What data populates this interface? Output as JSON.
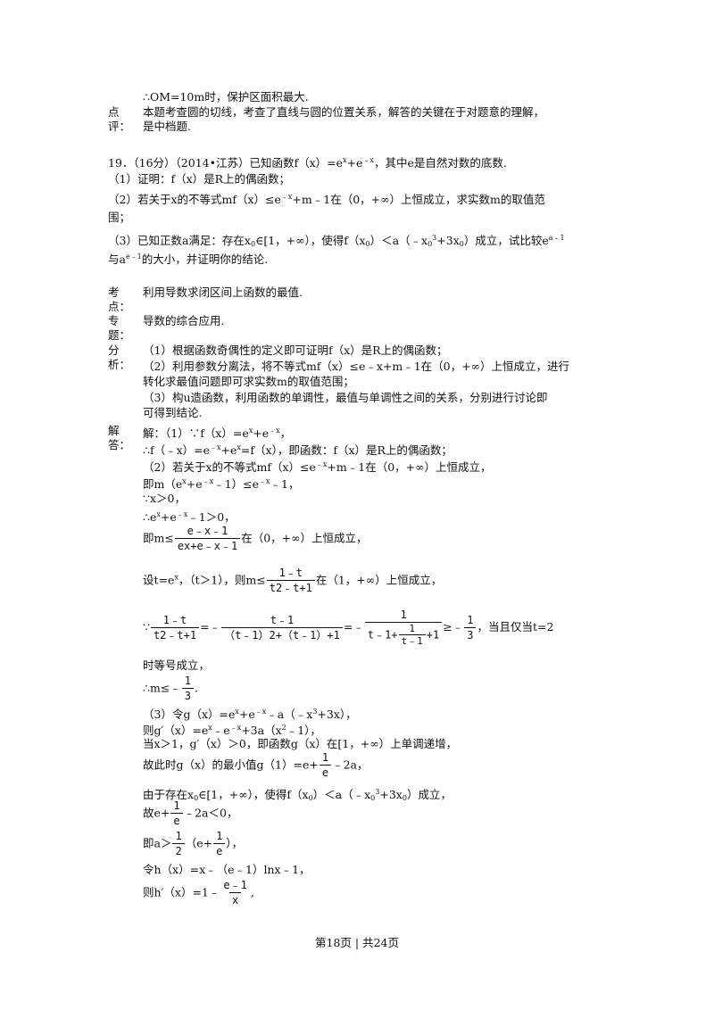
{
  "prev": {
    "end_line": "∴OM=10m时，保护区面积最大.",
    "comment_label": [
      "点",
      "评："
    ],
    "comment_lines": [
      "本题考查圆的切线，考查了直线与圆的位置关系，解答的关键在于对题意的理解，",
      "是中档题."
    ]
  },
  "q19": {
    "header": "19．（16分）（2014•江苏）已知函数f（x）=e",
    "header_mid": "+e",
    "header_end": "，其中e是自然对数的底数.",
    "p1": "（1）证明：f（x）是R上的偶函数；",
    "p2a": "（2）若关于x的不等式mf（x）≤e",
    "p2b": "+m﹣1在（0，+∞）上恒成立，求实数m的取值范",
    "p2c": "围；",
    "p3a": "（3）已知正数a满足：存在x",
    "p3b": "∈[1，+∞），使得f（x",
    "p3c": "）＜a（﹣x",
    "p3d": "+3x",
    "p3e": "）成立，试比较e",
    "p3f": "与a",
    "p3g": "的大小，并证明你的结论."
  },
  "labels": {
    "kaodian": [
      "考",
      "点："
    ],
    "zhuanti": [
      "专",
      "题："
    ],
    "fenxi": [
      "分",
      "析："
    ],
    "jieda": [
      "解",
      "答："
    ]
  },
  "kaodian_text": "利用导数求闭区间上函数的最值.",
  "zhuanti_text": "导数的综合应用.",
  "fenxi_lines": [
    "（1）根据函数奇偶性的定义即可证明f（x）是R上的偶函数；",
    "（2）利用参数分离法，将不等式mf（x）≤e﹣x+m﹣1在（0，+∞）上恒成立，进行",
    "转化求最值问题即可求实数m的取值范围；",
    "（3）构u造函数，利用函数的单调性，最值与单调性之间的关系，分别进行讨论即",
    "可得到结论."
  ],
  "sol": {
    "l1": "解：（1）∵f（x）=e",
    "l2": "∴f（﹣x）=e",
    "l2b": "=f（x），即函数：f（x）是R上的偶函数；",
    "l3": "（2）若关于x的不等式mf（x）≤e",
    "l3b": "+m﹣1在（0，+∞）上恒成立，",
    "l4": "即m（e",
    "l4b": "﹣1）≤e",
    "l4c": "﹣1，",
    "l5": "∵x＞0，",
    "l6": "∴e",
    "l6b": "﹣1＞0，",
    "l7a": "即m≤",
    "l7b": "在（0，+∞）上恒成立，",
    "l8a": "设t=e",
    "l8b": "，（t＞1），则m≤",
    "l8c": "在（1，+∞）上恒成立，",
    "l9a": "∵",
    "l9eq": "=﹣",
    "l9eq2": "=﹣",
    "l9ge": "≥﹣",
    "l9end": "，当且仅当t=2",
    "l10": "时等号成立，",
    "l11a": "∴m≤﹣",
    "l11b": ".",
    "l12": "（3）令g（x）=e",
    "l12b": "﹣a（﹣x",
    "l12c": "+3x），",
    "l13": "则g′（x）=e",
    "l13b": "+3a（x",
    "l13c": "﹣1），",
    "l14": "当x＞1，g′（x）＞0，即函数g（x）在[1，+∞）上单调递增，",
    "l15a": "故此时g（x）的最小值g（1）=e+",
    "l15b": "﹣2a，",
    "l16a": "由于存在x",
    "l16b": "∈[1，+∞），使得f（x",
    "l16c": "）＜a（﹣x",
    "l16d": "+3x",
    "l16e": "）成立，",
    "l17a": "故e+",
    "l17b": "﹣2a＜0，",
    "l18a": "即a＞",
    "l18b": "（e+",
    "l18c": "），",
    "l19": "令h（x）=x﹣（e﹣1）lnx﹣1，",
    "l20a": "则h′（x）=1﹣",
    "l20b": ","
  },
  "fracs": {
    "f1_num": "e﹣x﹣1",
    "f1_den": "ex+e﹣x﹣1",
    "f2_num": "1﹣t",
    "f2_den": "t2﹣t+1",
    "f3_num": "1﹣t",
    "f3_den": "t2﹣t+1",
    "f4_num": "t﹣1",
    "f4_den": "（t﹣1）2+（t﹣1）+1",
    "f5_num": "1",
    "f6_num": "1",
    "f6_den": "t﹣1",
    "f7_num": "1",
    "f7_den": "3",
    "f8_num": "1",
    "f8_den": "3",
    "f9_num": "1",
    "f9_den": "e",
    "f10_num": "1",
    "f10_den": "e",
    "f11_num": "1",
    "f11_den": "2",
    "f12_num": "1",
    "f12_den": "e",
    "f13_num": "e﹣1",
    "f13_den": "x"
  },
  "sup": {
    "x": "x",
    "negx": "﹣x",
    "three": "3",
    "two": "2",
    "zero": "0",
    "a_minus": "a﹣1",
    "e_minus": "e﹣1"
  },
  "footer": "第18页 | 共24页"
}
